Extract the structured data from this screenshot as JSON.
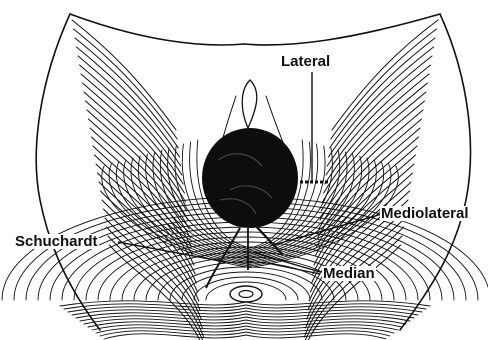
{
  "labels": {
    "lateral": "Lateral",
    "mediolateral": "Mediolateral",
    "schuchardt": "Schuchardt",
    "median": "Median"
  },
  "colors": {
    "ink": "#111111",
    "background": "#ffffff"
  }
}
